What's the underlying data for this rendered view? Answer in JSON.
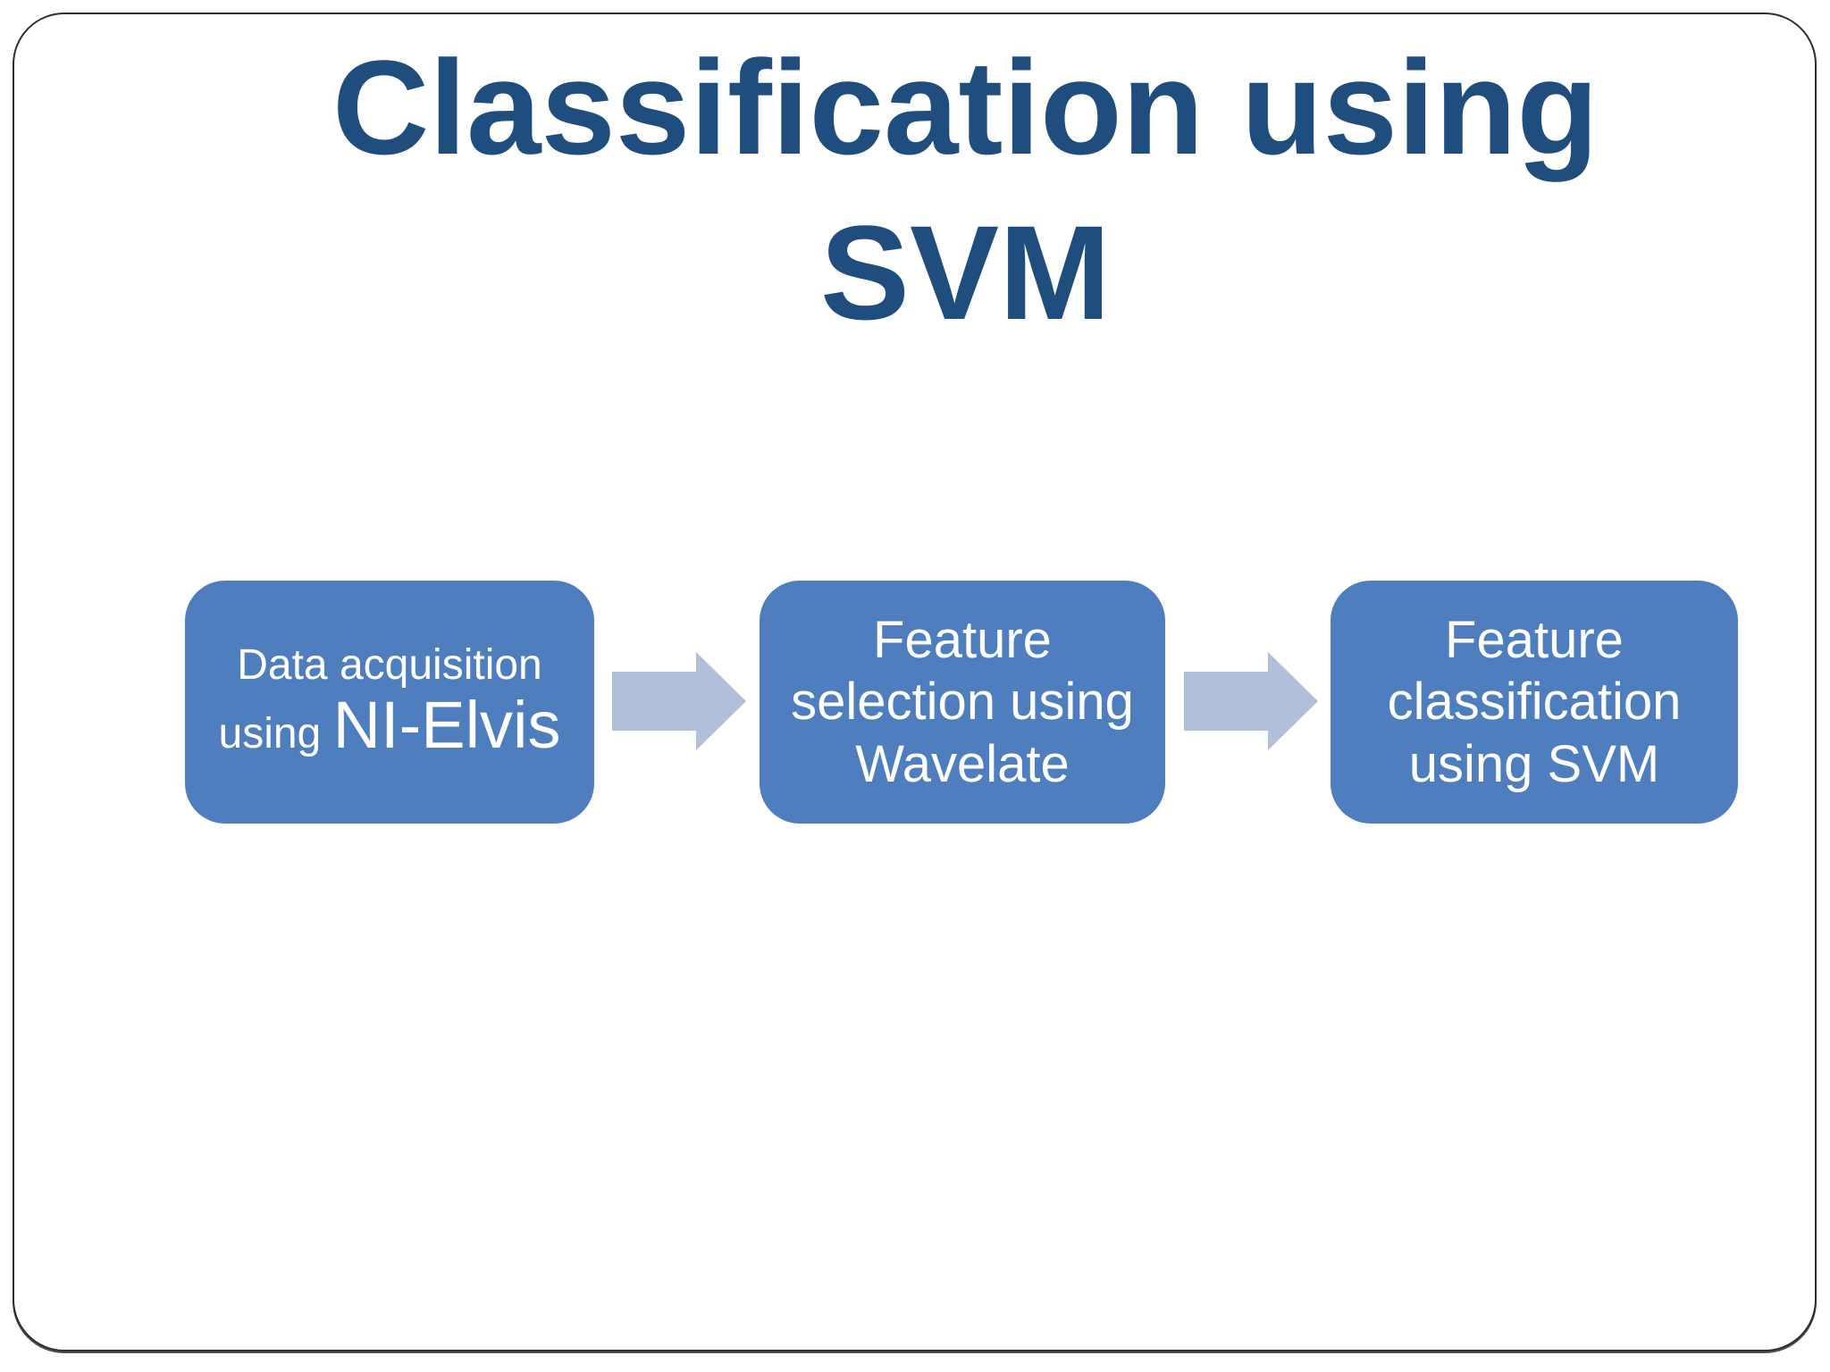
{
  "slide": {
    "title": "Classification using\nSVM",
    "flow_steps": [
      {
        "name": "data-acquisition",
        "line1": "Data acquisition",
        "line2_prefix": "using",
        "line2_emphasis": "NI-Elvis"
      },
      {
        "name": "feature-selection",
        "label": "Feature\nselection using\nWavelate"
      },
      {
        "name": "feature-classification",
        "label": "Feature\nclassification\nusing SVM"
      }
    ],
    "connectors": [
      {
        "name": "arrow-1",
        "type": "right-arrow"
      },
      {
        "name": "arrow-2",
        "type": "right-arrow"
      }
    ],
    "colors": {
      "title_text": "#1F4E7E",
      "box_fill": "#4E7EBE",
      "box_text": "#FFFFFF",
      "arrow_fill": "#B2BFD8",
      "slide_border": "#2E2E2E",
      "background": "#FFFFFF"
    }
  }
}
